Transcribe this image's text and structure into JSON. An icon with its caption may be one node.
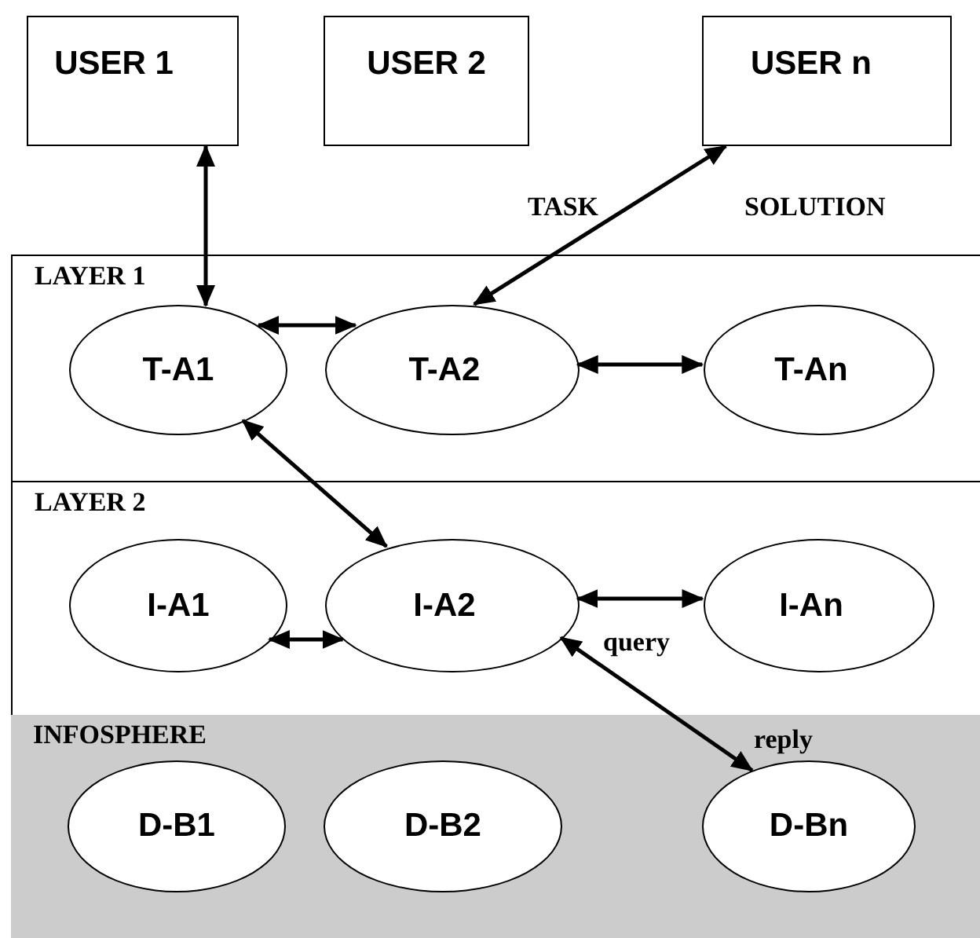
{
  "diagram": {
    "nodes": [
      {
        "text": [
          "USER 1"
        ]
      },
      {
        "text": [
          "USER 2"
        ]
      },
      {
        "text": [
          "USER n"
        ]
      },
      {
        "text": [
          "LAYER 1"
        ]
      },
      {
        "text": [
          "T-A1"
        ],
        "in": 3
      },
      {
        "text": [
          "T-A2"
        ],
        "in": 3
      },
      {
        "text": [
          "T-An"
        ],
        "in": 3
      },
      {
        "text": [
          "LAYER 2"
        ]
      },
      {
        "text": [
          "I-A1"
        ],
        "in": 7
      },
      {
        "text": [
          "I-A2"
        ],
        "in": 7
      },
      {
        "text": [
          "I-An"
        ],
        "in": 7
      },
      {
        "text": [
          "INFOSPHERE"
        ]
      },
      {
        "text": [
          "D-B1"
        ],
        "in": 11
      },
      {
        "text": [
          "D-B2"
        ],
        "in": 11
      },
      {
        "text": [
          "D-Bn"
        ],
        "in": 11
      }
    ],
    "edges": [
      {
        "from": 0,
        "to": 4,
        "arrow": "both"
      },
      {
        "from": 4,
        "to": 5,
        "arrow": "both"
      },
      {
        "from": 2,
        "to": 5,
        "arrow": "both"
      },
      {
        "from": 5,
        "to": 6,
        "arrow": "both"
      },
      {
        "from": 4,
        "to": 9,
        "arrow": "both"
      },
      {
        "from": 8,
        "to": 9,
        "arrow": "both"
      },
      {
        "from": 9,
        "to": 10,
        "arrow": "both"
      },
      {
        "from": 9,
        "to": 14,
        "arrow": "both"
      }
    ],
    "labels": [
      "TASK",
      "SOLUTION",
      "query",
      "reply"
    ]
  }
}
